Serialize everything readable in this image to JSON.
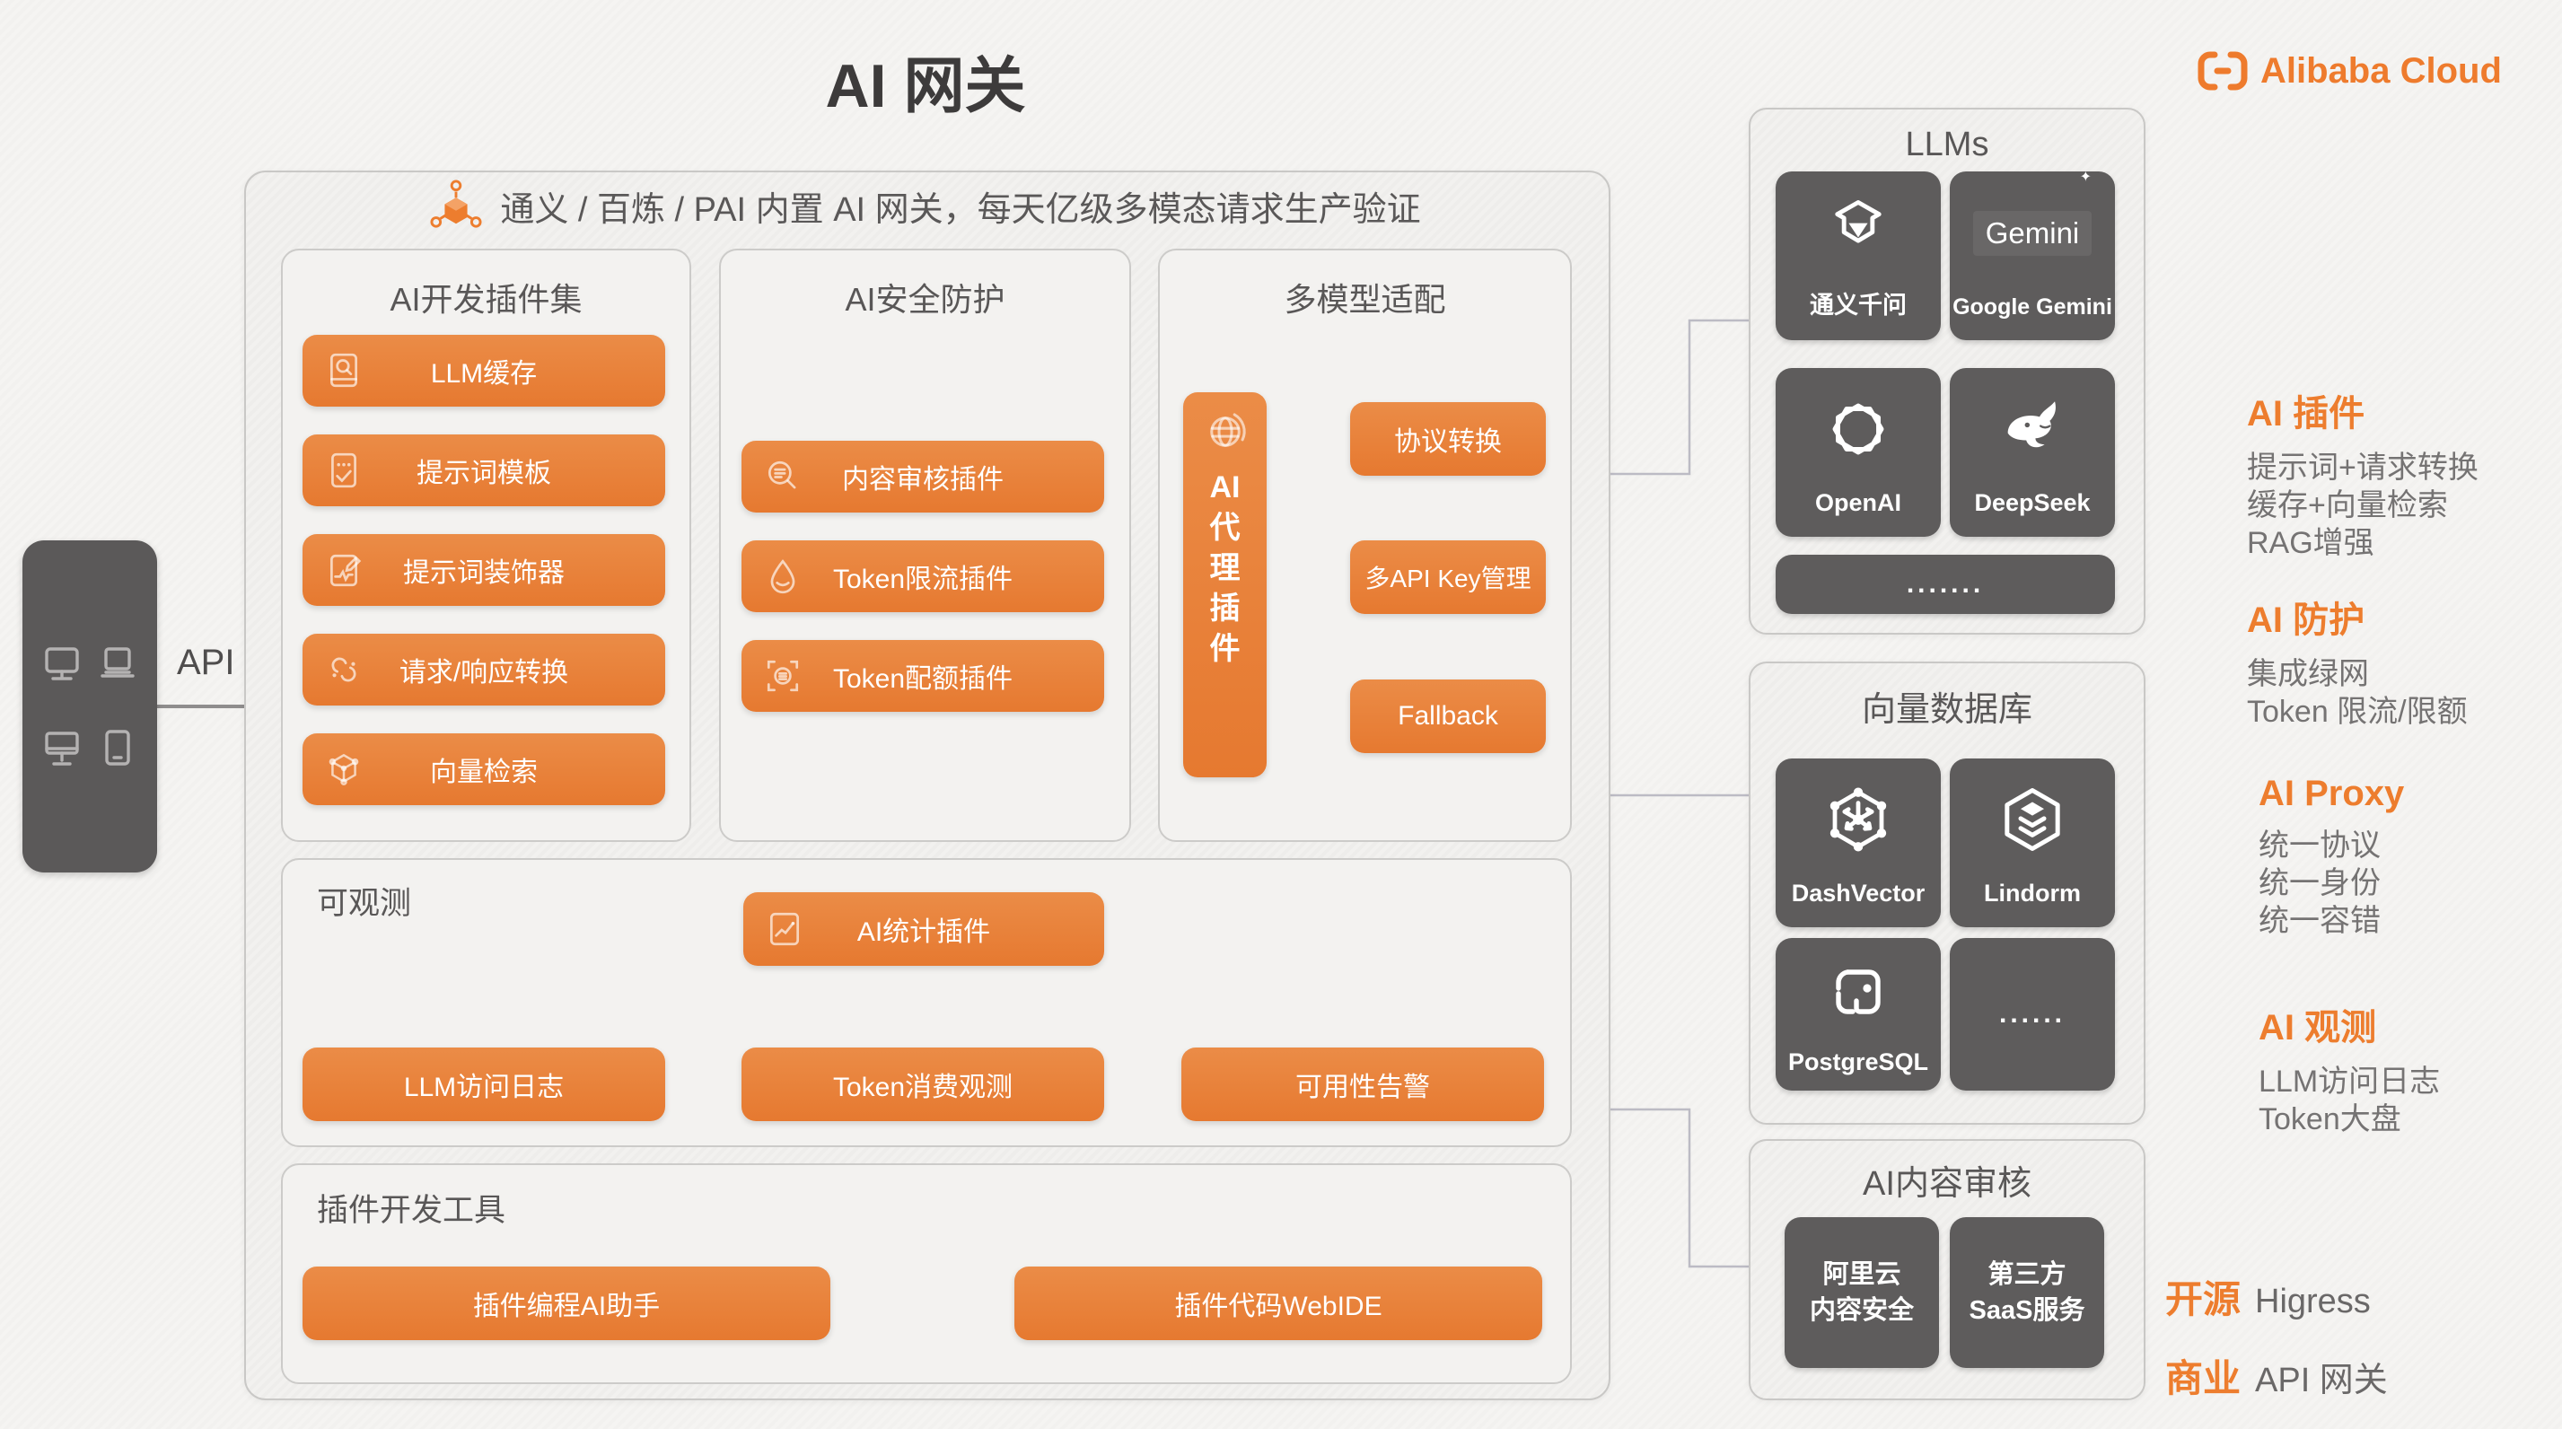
{
  "title": "AI 网关",
  "logo": {
    "name": "Alibaba Cloud",
    "icon": "alibaba-cloud-brackets-icon"
  },
  "banner": {
    "icon": "node-cube-icon",
    "text": "通义 / 百炼 / PAI 内置 AI 网关，每天亿级多模态请求生产验证"
  },
  "client": {
    "api_label": "API",
    "icons": [
      "monitor-icon",
      "laptop-icon",
      "desktop-icon",
      "phone-icon"
    ]
  },
  "dev_plugins": {
    "title": "AI开发插件集",
    "items": [
      {
        "label": "LLM缓存",
        "icon": "book-cache-icon"
      },
      {
        "label": "提示词模板",
        "icon": "prompt-template-icon"
      },
      {
        "label": "提示词装饰器",
        "icon": "prompt-decorator-icon"
      },
      {
        "label": "请求/响应转换",
        "icon": "transform-link-icon"
      },
      {
        "label": "向量检索",
        "icon": "vector-cube-icon"
      }
    ]
  },
  "security": {
    "title": "AI安全防护",
    "items": [
      {
        "label": "内容审核插件",
        "icon": "content-audit-icon"
      },
      {
        "label": "Token限流插件",
        "icon": "rate-limit-drop-icon"
      },
      {
        "label": "Token配额插件",
        "icon": "quota-scan-icon"
      }
    ]
  },
  "multi_model": {
    "title": "多模型适配",
    "proxy": {
      "icon": "globe-icon",
      "chars": [
        "AI",
        "代",
        "理",
        "插",
        "件"
      ]
    },
    "items": [
      {
        "label": "协议转换"
      },
      {
        "label": "多API Key管理"
      },
      {
        "label": "Fallback"
      }
    ]
  },
  "observability": {
    "title": "可观测",
    "root": {
      "label": "AI统计插件",
      "icon": "stats-chart-icon"
    },
    "items": [
      {
        "label": "LLM访问日志"
      },
      {
        "label": "Token消费观测"
      },
      {
        "label": "可用性告警"
      }
    ]
  },
  "plugin_tools": {
    "title": "插件开发工具",
    "items": [
      {
        "label": "插件编程AI助手"
      },
      {
        "label": "插件代码WebIDE"
      }
    ]
  },
  "llms": {
    "title": "LLMs",
    "tiles": [
      {
        "label": "通义千问",
        "icon": "tongyi-qianwen-icon"
      },
      {
        "label": "Google Gemini",
        "icon": "gemini-wordmark",
        "wordmark": "Gemini",
        "spark": "✦"
      },
      {
        "label": "OpenAI",
        "icon": "openai-icon"
      },
      {
        "label": "DeepSeek",
        "icon": "deepseek-whale-icon"
      }
    ],
    "more": "......."
  },
  "vector_db": {
    "title": "向量数据库",
    "tiles": [
      {
        "label": "DashVector",
        "icon": "dashvector-cube-icon"
      },
      {
        "label": "Lindorm",
        "icon": "lindorm-hexagon-icon"
      },
      {
        "label": "PostgreSQL",
        "icon": "postgresql-icon"
      }
    ],
    "more": "......"
  },
  "content_review": {
    "title": "AI内容审核",
    "tiles": [
      {
        "line1": "阿里云",
        "line2": "内容安全"
      },
      {
        "line1": "第三方",
        "line2": "SaaS服务"
      }
    ]
  },
  "sidebar": {
    "sections": [
      {
        "heading": "AI 插件",
        "lines": [
          "提示词+请求转换",
          "缓存+向量检索",
          "RAG增强"
        ]
      },
      {
        "heading": "AI 防护",
        "lines": [
          "集成绿网",
          "Token 限流/限额"
        ]
      },
      {
        "heading": "AI Proxy",
        "lines": [
          "统一协议",
          "统一身份",
          "统一容错"
        ]
      },
      {
        "heading": "AI 观测",
        "lines": [
          "LLM访问日志",
          "Token大盘"
        ]
      }
    ],
    "footer": [
      {
        "tag": "开源",
        "value": "Higress"
      },
      {
        "tag": "商业",
        "value": "API 网关"
      }
    ]
  },
  "colors": {
    "accent_orange": "#ED7D2E",
    "button_orange": "#E8813A",
    "dark_tile": "#5E5C5C",
    "connector_gray": "#BCBBC4"
  }
}
